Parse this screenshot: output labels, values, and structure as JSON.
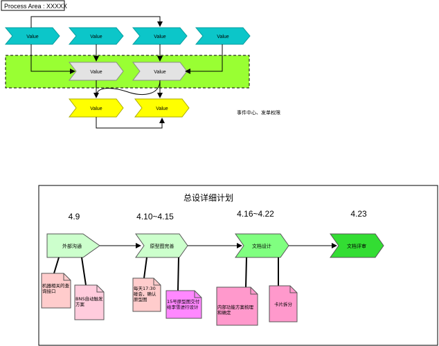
{
  "process_area": {
    "label": "Process Area : XXXXX"
  },
  "top_flow": {
    "row1": [
      "Value",
      "Value",
      "Value",
      "Value"
    ],
    "row2": [
      "Value",
      "Value"
    ],
    "row3": [
      "Value",
      "Value"
    ],
    "note": "事件中心、发单权限"
  },
  "plan": {
    "title": "总设详细计划",
    "milestones": [
      {
        "date": "4.9",
        "step": "外部沟通"
      },
      {
        "date": "4.10~4.15",
        "step": "原型图完善"
      },
      {
        "date": "4.16~4.22",
        "step": "文档设计"
      },
      {
        "date": "4.23",
        "step": "文档评审"
      }
    ],
    "notes": [
      "机器相关的查询接口",
      "BNS自动触发方案",
      "每天17:30碰会，确认原型图",
      "15号原型图交付给李雪进行设计",
      "内部功能方案梳理和确定",
      "卡片拆分"
    ]
  },
  "colors": {
    "cyan": "#0cc6c9",
    "gray": "#e3e3e3",
    "yellow": "#ffff00",
    "lime": "#99ff33",
    "pale_green": "#ccffcc",
    "light_green": "#80ff80",
    "green": "#33dd33",
    "pink": "#ffcccc",
    "light_pink": "#ffccdd",
    "magenta": "#ff88ff",
    "deep_pink": "#ff99cc"
  }
}
